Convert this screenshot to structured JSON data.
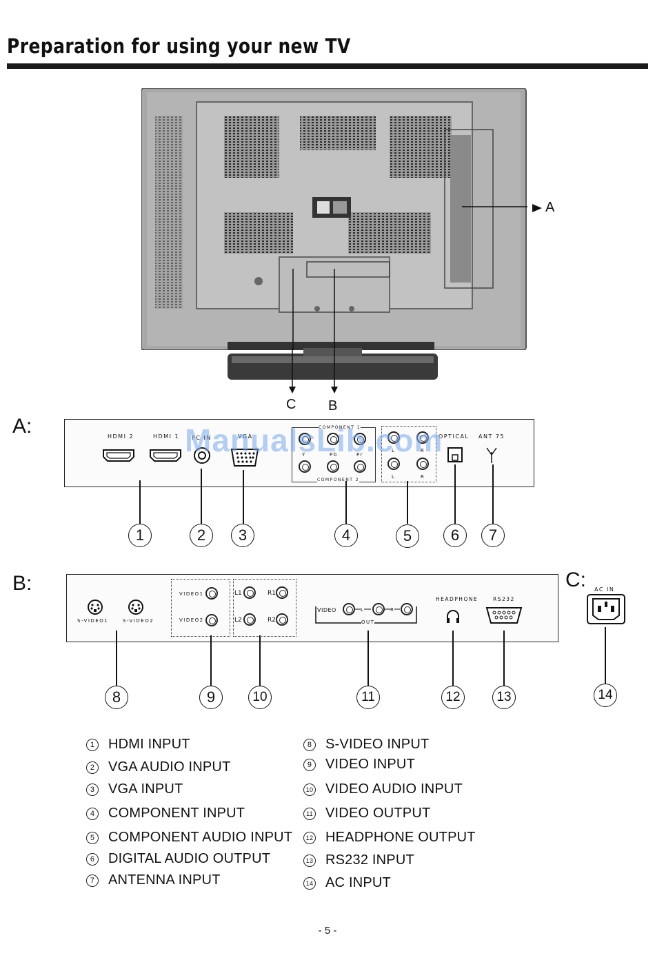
{
  "title": "Preparation for using your new TV",
  "callouts": {
    "a": "A",
    "b": "B",
    "c": "C"
  },
  "sections": {
    "a": "A:",
    "b": "B:",
    "c": "C:"
  },
  "panel_a": {
    "hdmi2": "HDMI 2",
    "hdmi1": "HDMI 1",
    "pc_in": "PC IN",
    "vga": "VGA",
    "component1": "COMPONENT 1",
    "component2": "COMPONENT 2",
    "y": "Y",
    "pb": "Pb",
    "pr": "Pr",
    "l_top": "L",
    "r_top": "R",
    "l_bot": "L",
    "r_bot": "R",
    "optical": "OPTICAL",
    "ant": "ANT 75"
  },
  "panel_b": {
    "svideo1": "S-VIDEO1",
    "svideo2": "S-VIDEO2",
    "video1": "VIDEO1",
    "video2": "VIDEO2",
    "l1": "L1",
    "r1": "R1",
    "l2": "L2",
    "r2": "R2",
    "video0": "VIDEO",
    "l": "L",
    "r": "R",
    "out": "OUT",
    "headphone": "HEADPHONE",
    "rs232": "RS232"
  },
  "panel_c": {
    "ac_in": "AC IN"
  },
  "numbers": [
    "1",
    "2",
    "3",
    "4",
    "5",
    "6",
    "7",
    "8",
    "9",
    "10",
    "11",
    "12",
    "13",
    "14"
  ],
  "legend_left": [
    {
      "n": "1",
      "label": "HDMI INPUT"
    },
    {
      "n": "2",
      "label": "VGA  AUDIO INPUT"
    },
    {
      "n": "3",
      "label": "VGA INPUT"
    },
    {
      "n": "4",
      "label": "COMPONENT INPUT"
    },
    {
      "n": "5",
      "label": "COMPONENT AUDIO INPUT"
    },
    {
      "n": "6",
      "label": "DIGITAL AUDIO OUTPUT"
    },
    {
      "n": "7",
      "label": "ANTENNA INPUT"
    }
  ],
  "legend_right": [
    {
      "n": "8",
      "label": "S-VIDEO INPUT"
    },
    {
      "n": "9",
      "label": "VIDEO INPUT"
    },
    {
      "n": "10",
      "label": "VIDEO AUDIO INPUT"
    },
    {
      "n": "11",
      "label": "VIDEO OUTPUT"
    },
    {
      "n": "12",
      "label": "HEADPHONE OUTPUT"
    },
    {
      "n": "13",
      "label": "RS232 INPUT"
    },
    {
      "n": "14",
      "label": "AC INPUT"
    }
  ],
  "watermark": "ManualsLib.com",
  "page_number": "- 5 -"
}
